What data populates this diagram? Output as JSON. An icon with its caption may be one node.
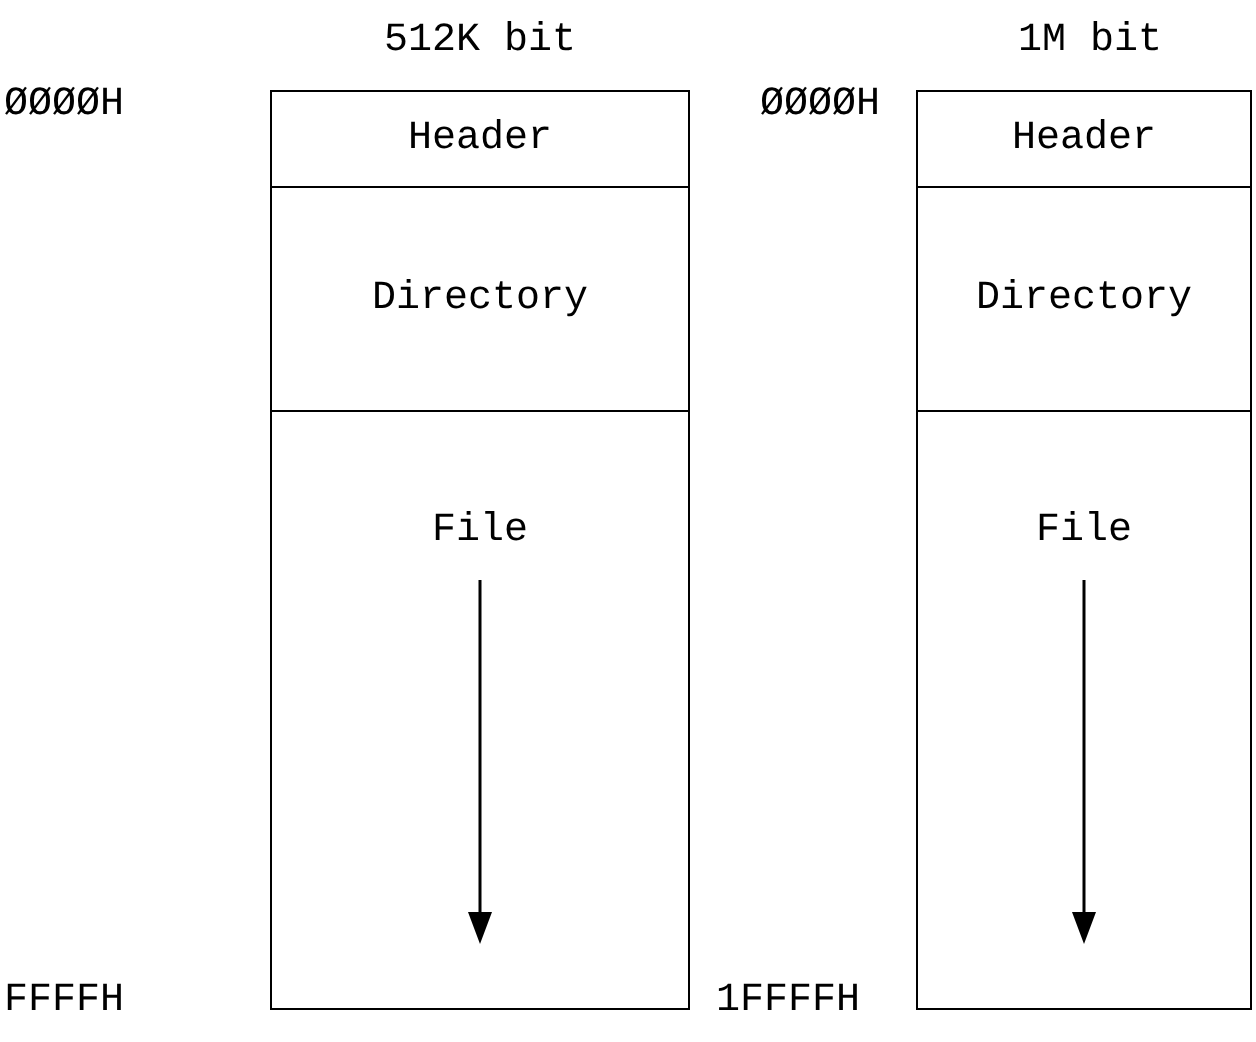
{
  "diagram": {
    "nodes": [
      {
        "text": [],
        "shape": "box"
      },
      {
        "text": [
          "Header"
        ],
        "in": 0
      },
      {
        "text": [
          "Directory"
        ],
        "in": 0
      },
      {
        "text": [
          "File"
        ],
        "in": 0
      },
      {
        "text": [],
        "shape": "box"
      },
      {
        "text": [
          "Header"
        ],
        "in": 4
      },
      {
        "text": [
          "Directory"
        ],
        "in": 4
      },
      {
        "text": [
          "File"
        ],
        "in": 4
      }
    ],
    "labels": [
      "512K bit",
      "1M bit",
      "ØØØØH",
      "ØØØØH",
      "FFFFH",
      "1FFFFH"
    ]
  }
}
